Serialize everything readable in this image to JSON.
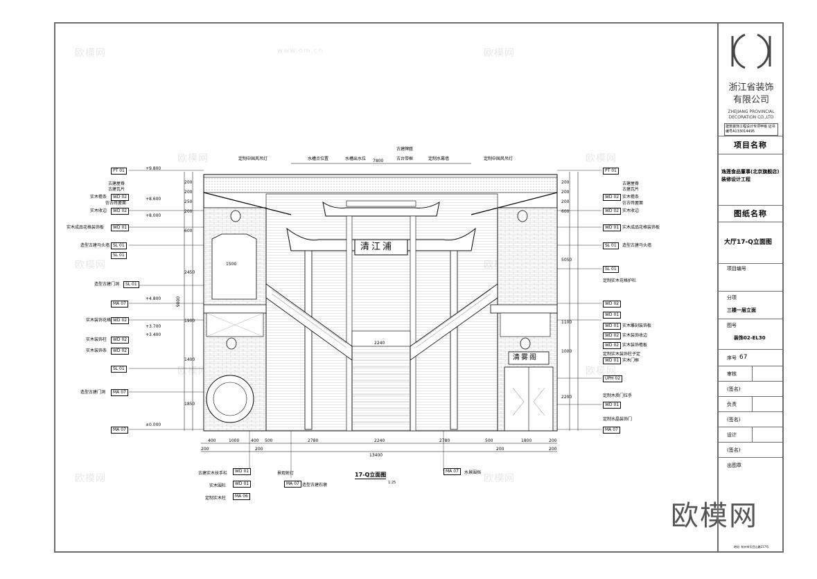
{
  "company": {
    "name_cn_line1": "浙江省装饰",
    "name_cn_line2": "有限公司",
    "name_en_line1": "ZHEJIANG PROVINCIAL",
    "name_en_line2": "DECORATION CO.,LTD",
    "qualification": "建筑装饰工程设计专项甲级 证书编号A133014495"
  },
  "title_block": {
    "project_label": "项目名称",
    "project_name": "逸莲食品董事(北京旗舰店)装修设计工程",
    "drawing_label": "图纸名称",
    "drawing_name": "大厅17-Q立面图",
    "project_no_label": "项目编号",
    "section_label": "分项",
    "section_value": "三楼一层立面",
    "drawing_no_label": "图号",
    "drawing_no": "装饰02-EL30",
    "seq_label": "序号",
    "seq_value": "67",
    "review_label": "审核",
    "sign1_label": "(签名)",
    "lead_label": "负责",
    "sign2_label": "(签名)",
    "design_label": "设计",
    "sign3_label": "(签名)",
    "stamp_label": "出图章",
    "address": "地址: 杭州市天目山路217号"
  },
  "drawing": {
    "title": "17-Q立面图",
    "scale": "1:25",
    "plaque_main": "清江浦",
    "plaque_door": "清雾阁",
    "dims_bottom": [
      "400",
      "1000",
      "400",
      "500",
      "2780",
      "2240",
      "2780",
      "500",
      "1800",
      "200"
    ],
    "dims_bottom2": [
      "200",
      "200",
      "200",
      "200"
    ],
    "total_width": "13400",
    "top_dim": "7800",
    "stair_dim": "1500",
    "stair_dim2": "2240",
    "left_dims": [
      "600",
      "2450",
      "1900",
      "1400",
      "1850"
    ],
    "left_dims_top": [
      "200",
      "200",
      "250",
      "200"
    ],
    "total_height": "9800",
    "right_dims": [
      "5050",
      "1100",
      "1000",
      "2200"
    ],
    "right_dims_top": [
      "200",
      "200",
      "200",
      "600"
    ],
    "elevations": [
      "+9.800",
      "+8.600",
      "+8.000",
      "+4.800",
      "+3.700",
      "+3.400",
      "±0.000"
    ],
    "left_tags": [
      "PT 01",
      "WD 02",
      "WD 02",
      "WD 01",
      "SL 01",
      "SL 01",
      "SL 01",
      "MA 07",
      "WD 02",
      "WD 02",
      "WD 02",
      "SL 01",
      "MA 07",
      "MA 07"
    ],
    "right_tags": [
      "PT 01",
      "WD 02",
      "WD 02",
      "WD 01",
      "SL 01",
      "SL 01",
      "WD 02",
      "WD 01",
      "WD 01",
      "WD 02",
      "WD 02",
      "WD 01",
      "UPH 02",
      "WD 01",
      "MA 07"
    ],
    "bottom_tags": [
      "WD 01",
      "WD 01",
      "MA 06",
      "MA 07",
      "MA 07"
    ],
    "left_notes": [
      "古建屋脊",
      "古建瓦片",
      "实木檐条",
      "仿古砖屋面",
      "实木收边",
      "实木成品花格装饰板",
      "造型古建马头墙",
      "造型古建门洞",
      "实木装饰花格",
      "实木装饰柱",
      "实木装饰条",
      "造型古建门洞"
    ],
    "right_notes": [
      "古建屋脊",
      "古建瓦片",
      "实木檐条",
      "仿古砖屋面",
      "实木收边",
      "实木成品花格装饰板",
      "造型古建马头墙",
      "定制实木花格护栏",
      "实木雕刻装饰板",
      "实木装饰收边",
      "实木装饰檐板",
      "定制实木装饰柱子定",
      "实木门框",
      "定制木质门拉手",
      "定制水晶装饰门"
    ],
    "top_notes": [
      "定制中国风吊灯",
      "水槽点位置",
      "水槽出水位",
      "古建牌匾",
      "古台带框",
      "定制水幕墙",
      "定制中国风吊灯"
    ],
    "bottom_notes": [
      "古建实木扶手栏",
      "实木围栏",
      "定制实木柱",
      "景观射灯",
      "造型古建石墩",
      "水景围挡"
    ]
  },
  "watermarks": {
    "brand": "欧模网",
    "site": "www.om.cn"
  }
}
